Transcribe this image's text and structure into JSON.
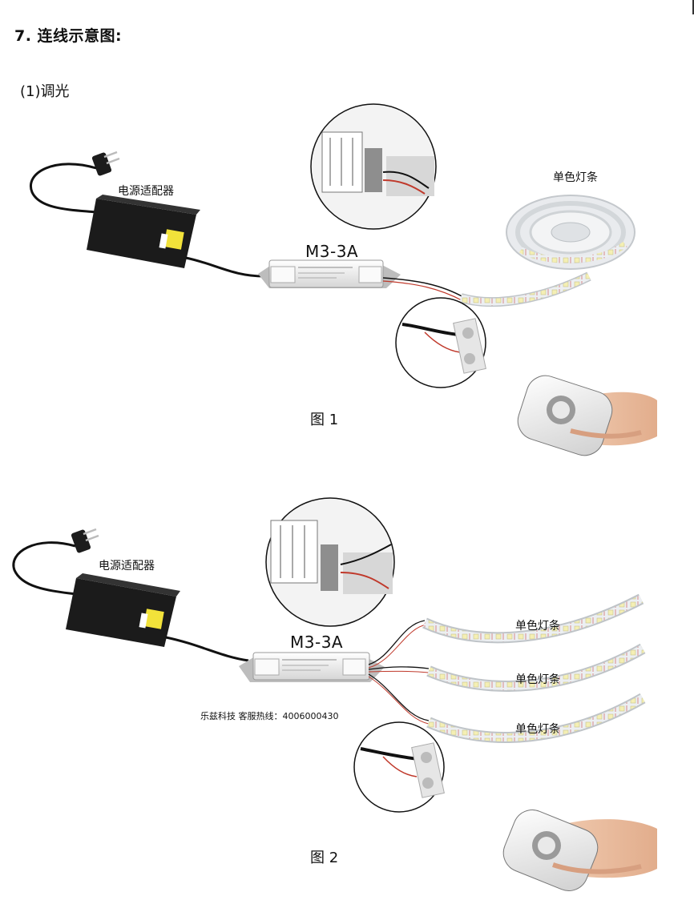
{
  "section": {
    "title": "7. 连线示意图:"
  },
  "subsection": {
    "title": "(1)调光"
  },
  "figure1": {
    "adapter_label": "电源适配器",
    "controller_model": "M3-3A",
    "strip_label": "单色灯条",
    "caption": "图 1"
  },
  "figure2": {
    "adapter_label": "电源适配器",
    "controller_model": "M3-3A",
    "strip_labels": [
      "单色灯条",
      "单色灯条",
      "单色灯条"
    ],
    "hotline": "乐兹科技 客服热线：4006000430",
    "caption": "图 2"
  },
  "colors": {
    "adapter_body": "#1b1b1b",
    "adapter_sticker": "#f2e23a",
    "controller_body": "#eeeeee",
    "strip_base": "#eceff2",
    "led_chip": "#f4efb4",
    "wire_black": "#111111",
    "wire_red": "#c0392b"
  },
  "icons": [
    "plug-icon",
    "remote-control-icon",
    "hand-icon",
    "zoom-lens-icon"
  ]
}
